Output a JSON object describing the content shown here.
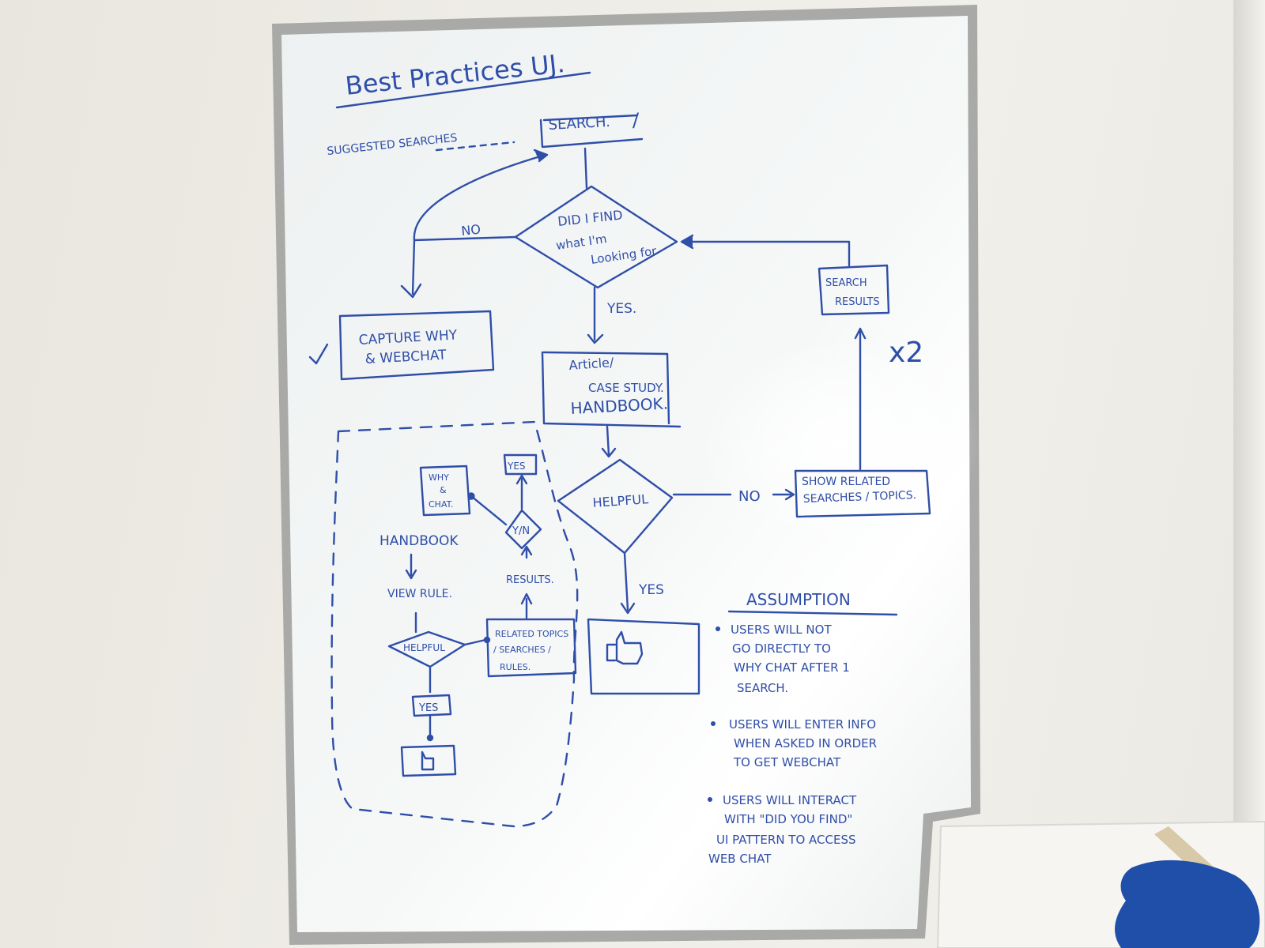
{
  "board": {
    "title": "Best Practices UJ.",
    "suggested_searches": "SUGGESTED SEARCHES",
    "search_box": "SEARCH.",
    "decision_find": [
      "DID I FIND",
      "what I'm",
      "Looking for"
    ],
    "label_no_left": "NO",
    "label_yes_1": "YES.",
    "capture_box": [
      "CAPTURE WHY",
      "& WEBCHAT"
    ],
    "article_box": [
      "Article/",
      "CASE STUDY.",
      "HANDBOOK."
    ],
    "helpful_diamond": "HELPFUL",
    "label_no_right": "NO",
    "related_box": [
      "SHOW RELATED",
      "SEARCHES / TOPICS."
    ],
    "search_results_box": [
      "SEARCH",
      "RESULTS"
    ],
    "times_two": "x2",
    "label_yes_2": "YES",
    "sub_flow": {
      "handbook": "HANDBOOK",
      "view_rule": "VIEW RULE.",
      "helpful": "HELPFUL",
      "yes": "YES",
      "related": [
        "RELATED TOPICS",
        "/ SEARCHES /",
        "RULES."
      ],
      "results": "RESULTS.",
      "yn": "Y/N",
      "yes_top": "YES",
      "why_chat": [
        "WHY",
        "&",
        "CHAT."
      ]
    },
    "assumption_heading": "ASSUMPTION",
    "assumptions": [
      [
        "USERS WILL NOT",
        "GO DIRECTLY TO",
        "WHY CHAT AFTER 1",
        "SEARCH."
      ],
      [
        "USERS WILL ENTER INFO",
        "WHEN ASKED IN ORDER",
        "TO GET WEBCHAT"
      ],
      [
        "USERS WILL INTERACT",
        "WITH \"DID YOU FIND\"",
        "UI PATTERN TO ACCESS",
        "WEB CHAT"
      ]
    ]
  },
  "colors": {
    "ink": "#2f4ea8",
    "board": "#f4f6f5",
    "frame": "#a9aaa8",
    "wall": "#ecebe6",
    "cloth": "#1f4fa8"
  }
}
